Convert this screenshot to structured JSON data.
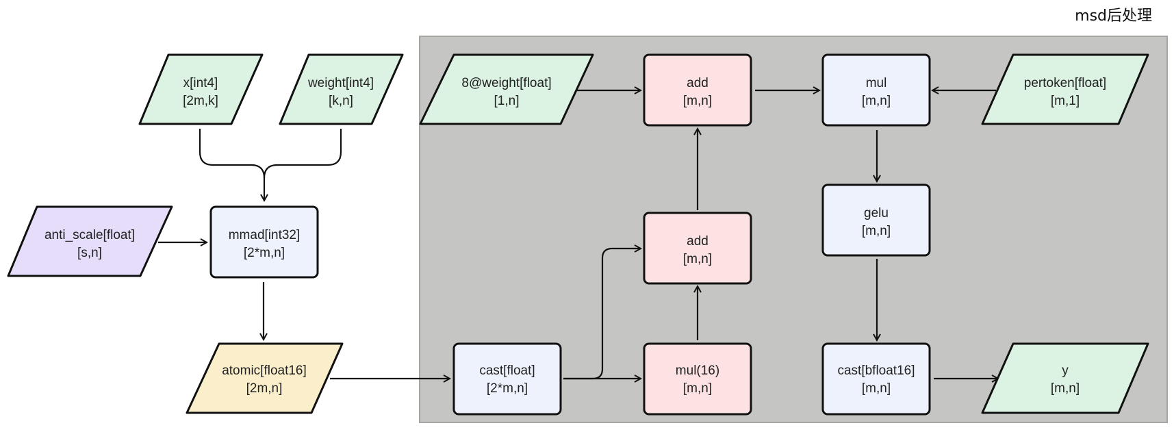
{
  "title": "msd后处理",
  "colors": {
    "region": "#c5c6c3",
    "input": "#dcf2e3",
    "scale": "#e6ddfb",
    "intermediate": "#fbefcb",
    "process": "#eef2fc",
    "accent": "#fde2e3",
    "stroke": "#111111"
  },
  "nodes": {
    "x": {
      "line1": "x[int4]",
      "line2": "[2m,k]"
    },
    "weight": {
      "line1": "weight[int4]",
      "line2": "[k,n]"
    },
    "anti_scale": {
      "line1": "anti_scale[float]",
      "line2": "[s,n]"
    },
    "mmad": {
      "line1": "mmad[int32]",
      "line2": "[2*m,n]"
    },
    "atomic": {
      "line1": "atomic[float16]",
      "line2": "[2m,n]"
    },
    "w8": {
      "line1": "8@weight[float]",
      "line2": "[1,n]"
    },
    "add_top": {
      "line1": "add",
      "line2": "[m,n]"
    },
    "mul_top": {
      "line1": "mul",
      "line2": "[m,n]"
    },
    "pertoken": {
      "line1": "pertoken[float]",
      "line2": "[m,1]"
    },
    "gelu": {
      "line1": "gelu",
      "line2": "[m,n]"
    },
    "add_mid": {
      "line1": "add",
      "line2": "[m,n]"
    },
    "cast_f": {
      "line1": "cast[float]",
      "line2": "[2*m,n]"
    },
    "mul16": {
      "line1": "mul(16)",
      "line2": "[m,n]"
    },
    "cast_bf": {
      "line1": "cast[bfloat16]",
      "line2": "[m,n]"
    },
    "y": {
      "line1": "y",
      "line2": "[m,n]"
    }
  }
}
